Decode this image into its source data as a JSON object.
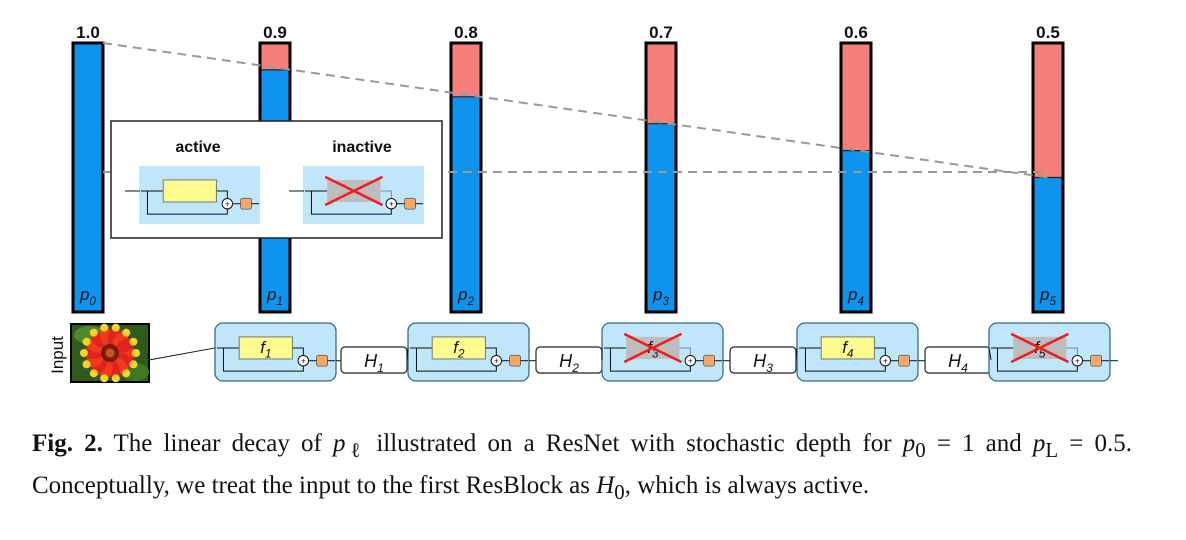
{
  "bars": [
    {
      "value_label": "1.0",
      "value": 1.0,
      "p_label": "p",
      "p_sub": "0"
    },
    {
      "value_label": "0.9",
      "value": 0.9,
      "p_label": "p",
      "p_sub": "1"
    },
    {
      "value_label": "0.8",
      "value": 0.8,
      "p_label": "p",
      "p_sub": "2"
    },
    {
      "value_label": "0.7",
      "value": 0.7,
      "p_label": "p",
      "p_sub": "3"
    },
    {
      "value_label": "0.6",
      "value": 0.6,
      "p_label": "p",
      "p_sub": "4"
    },
    {
      "value_label": "0.5",
      "value": 0.5,
      "p_label": "p",
      "p_sub": "5"
    }
  ],
  "legend": {
    "active_label": "active",
    "inactive_label": "inactive"
  },
  "input_label": "Input",
  "blocks": [
    {
      "f_label": "f",
      "f_sub": "1",
      "active": true
    },
    {
      "f_label": "f",
      "f_sub": "2",
      "active": true
    },
    {
      "f_label": "f",
      "f_sub": "3",
      "active": false
    },
    {
      "f_label": "f",
      "f_sub": "4",
      "active": true
    },
    {
      "f_label": "f",
      "f_sub": "5",
      "active": false
    }
  ],
  "transitions": [
    {
      "h_label": "H",
      "h_sub": "1"
    },
    {
      "h_label": "H",
      "h_sub": "2"
    },
    {
      "h_label": "H",
      "h_sub": "3"
    },
    {
      "h_label": "H",
      "h_sub": "4"
    }
  ],
  "colors": {
    "survive": "#0e94ee",
    "drop": "#f77f7a",
    "block_bg": "#bfe6fb",
    "function_box": "#fbfb8e",
    "inactive_box": "#bdbdbd",
    "cross": "#ee1c1c",
    "activation": "#f6a768",
    "dashed": "#999999"
  },
  "caption": {
    "fig_label": "Fig. 2.",
    "t1": " The linear decay of ",
    "pl_var": "p",
    "pl_sub": "ℓ",
    "t2": " illustrated on a ResNet with stochastic depth for ",
    "p0_var": "p",
    "p0_sub": "0",
    "t3": " = 1 and ",
    "pL_var": "p",
    "pL_sub": "L",
    "t4": " = 0.5. Conceptually, we treat the input to the first ResBlock as ",
    "h0_var": "H",
    "h0_sub": "0",
    "t5": ", which is always active."
  }
}
